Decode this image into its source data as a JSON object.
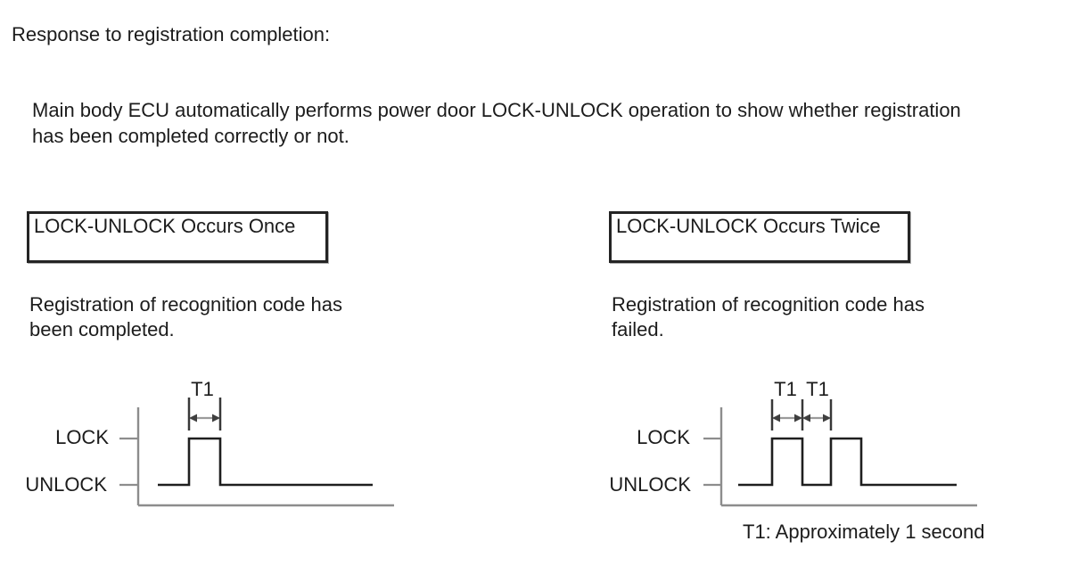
{
  "page": {
    "heading": "Response to registration completion:",
    "description_lines": [
      "Main body ECU automatically performs power door LOCK-UNLOCK operation to show whether registration",
      "has been completed correctly or not."
    ],
    "note": "T1: Approximately 1 second"
  },
  "panels": [
    {
      "box_label": "LOCK-UNLOCK Occurs Once",
      "caption_lines": [
        "Registration of recognition code has",
        "been completed."
      ],
      "high_label": "LOCK",
      "low_label": "UNLOCK",
      "timing_labels": [
        "T1"
      ],
      "pulse_count": 1
    },
    {
      "box_label": "LOCK-UNLOCK Occurs Twice",
      "caption_lines": [
        "Registration of recognition code has",
        "failed."
      ],
      "high_label": "LOCK",
      "low_label": "UNLOCK",
      "timing_labels": [
        "T1",
        "T1"
      ],
      "pulse_count": 2
    }
  ],
  "colors": {
    "text": "#1c1c1c",
    "waveform": "#1f1f1f",
    "axis": "#8d8d8d",
    "measure_bar": "#383838",
    "arrow_shaft": "#9b9b9b",
    "arrow_head": "#3f3f3f",
    "background": "#ffffff"
  }
}
